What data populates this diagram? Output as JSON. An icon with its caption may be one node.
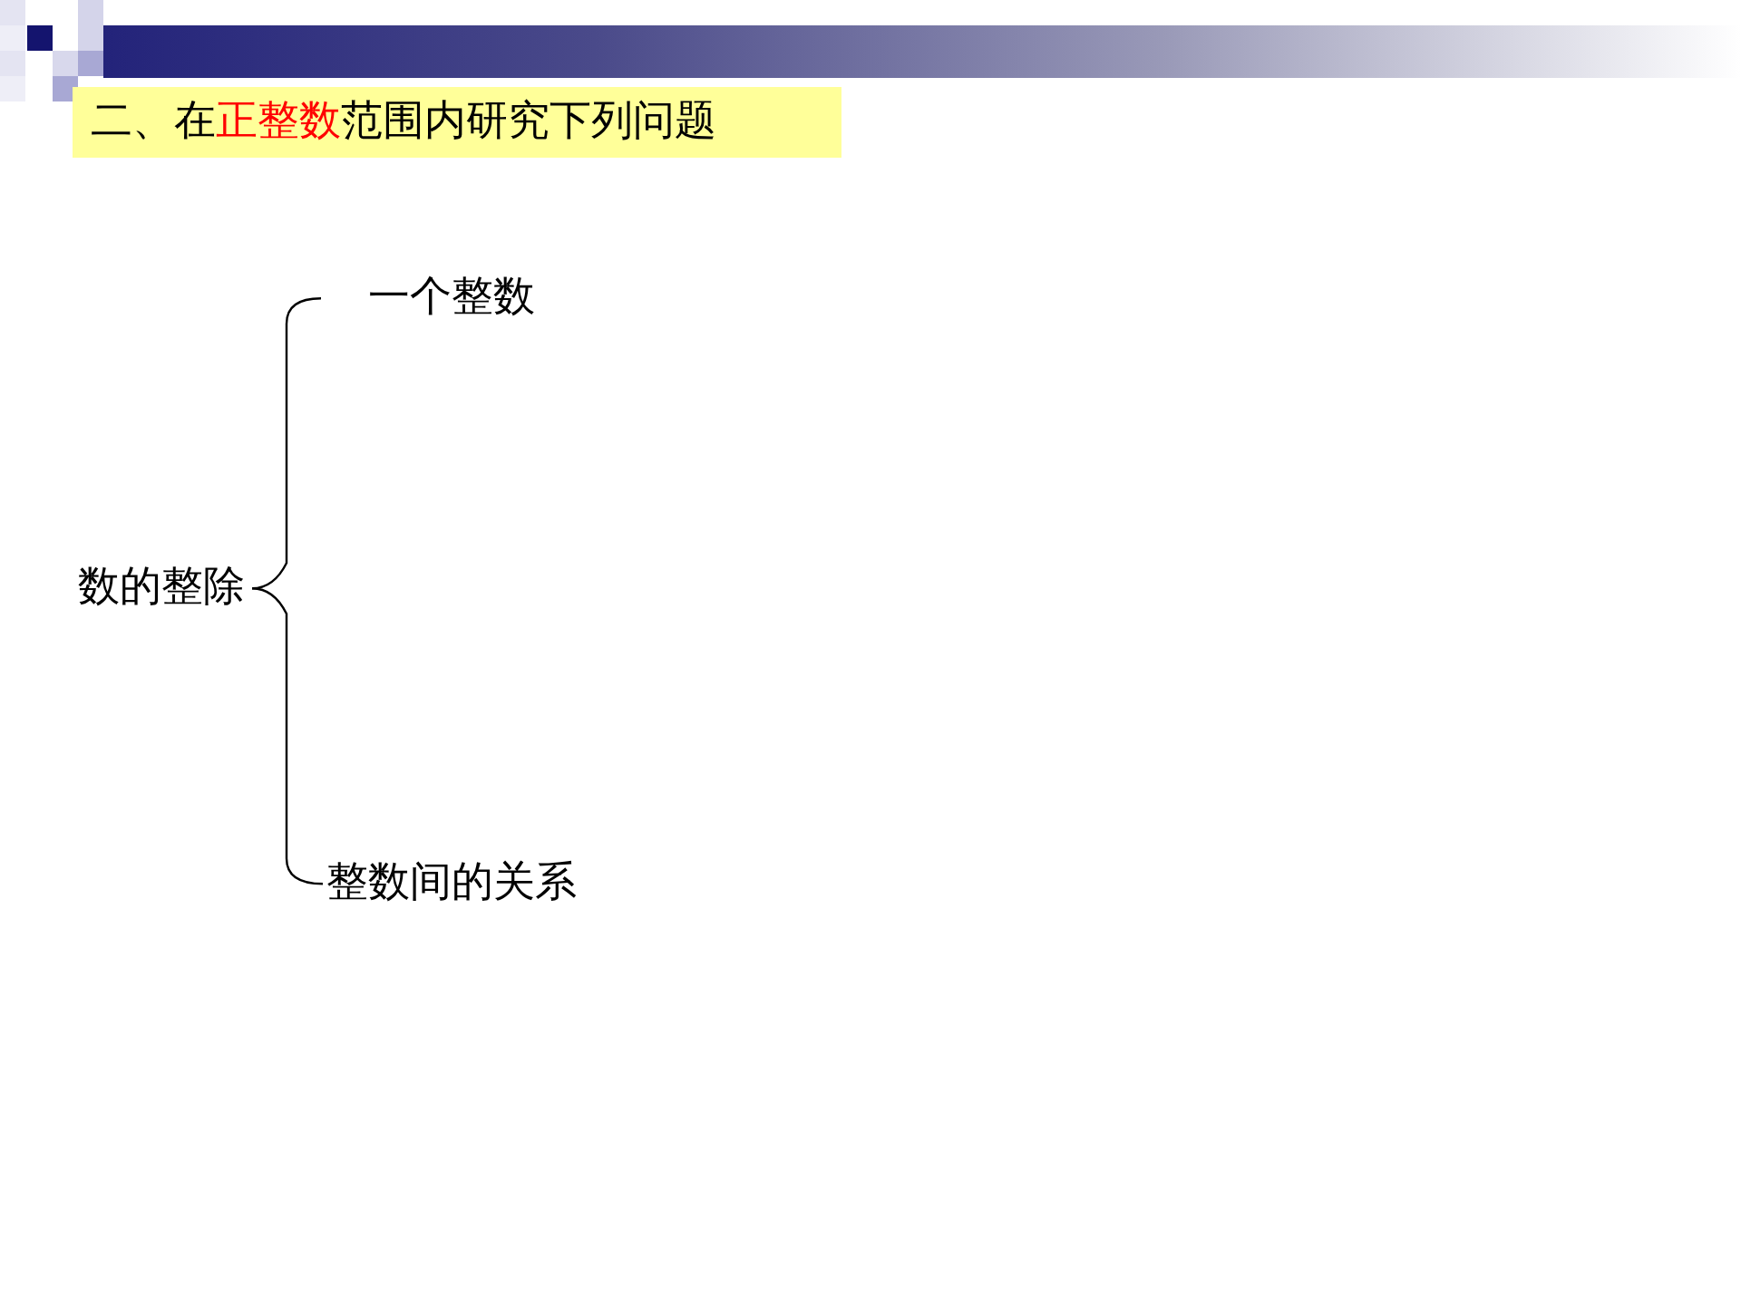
{
  "diagram": {
    "title": "二、在**正整数**范围内研究下列问题",
    "nodes": [
      {
        "text": [
          "数的整除"
        ]
      },
      {
        "text": [
          "一个整数"
        ]
      },
      {
        "text": [
          "整数间的关系"
        ]
      }
    ],
    "edges": [
      {
        "from": 0,
        "to": 1,
        "arrow": "none"
      },
      {
        "from": 0,
        "to": 2,
        "arrow": "none"
      }
    ]
  }
}
